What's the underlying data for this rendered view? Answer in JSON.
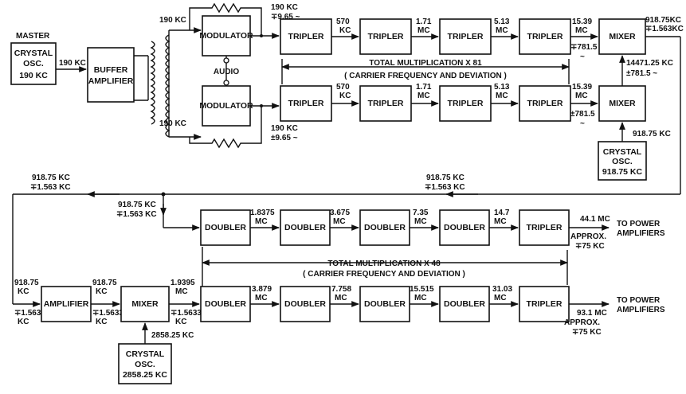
{
  "blocks": {
    "master_label": "MASTER",
    "crystal_osc_1": [
      "CRYSTAL",
      "OSC.",
      "190 KC"
    ],
    "buffer_amp": [
      "BUFFER",
      "AMPLIFIER"
    ],
    "modulator": "MODULATOR",
    "tripler": "TRIPLER",
    "mixer": "MIXER",
    "crystal_osc_2": [
      "CRYSTAL",
      "OSC.",
      "918.75 KC"
    ],
    "doubler": "DOUBLER",
    "amplifier": "AMPLIFIER",
    "crystal_osc_3": [
      "CRYSTAL",
      "OSC.",
      "2858.25 KC"
    ],
    "audio": "AUDIO"
  },
  "labels": {
    "f190kc": "190 KC",
    "dev965": "∓9.65 ~",
    "dev965b": "±9.65 ~",
    "f570kc": [
      "570",
      "KC"
    ],
    "f171mc": [
      "1.71",
      "MC"
    ],
    "f513mc": [
      "5.13",
      "MC"
    ],
    "f1539mc": [
      "15.39",
      "MC"
    ],
    "dev7815a": [
      "∓781.5",
      "~"
    ],
    "dev7815b": [
      "±781.5",
      "~"
    ],
    "out_top": [
      "918.75KC",
      "∓1.563KC"
    ],
    "f1447125": [
      "14471.25 KC",
      "±781.5 ~"
    ],
    "f91875kc": "918.75 KC",
    "total_mult_81": "TOTAL  MULTIPLICATION  X 81",
    "carrier_dev": "( CARRIER  FREQUENCY  AND  DEVIATION )",
    "ret_left": [
      "918.75 KC",
      "∓1.563 KC"
    ],
    "ret_right": [
      "918.75 KC",
      "∓1.563 KC"
    ],
    "tap": [
      "918.75 KC",
      "∓1.563 KC"
    ],
    "f18375mc": [
      "1.8375",
      "MC"
    ],
    "f3675mc": [
      "3.675",
      "MC"
    ],
    "f735mc": [
      "7.35",
      "MC"
    ],
    "f147mc": [
      "14.7",
      "MC"
    ],
    "out441": "44.1 MC",
    "approx75a": [
      "APPROX.",
      "∓75 KC"
    ],
    "to_power_1": [
      "TO POWER",
      "AMPLIFIERS"
    ],
    "total_mult_48": "TOTAL  MULTIPLICATION  X 48",
    "carrier_dev_2": "( CARRIER  FREQUENCY  AND  DEVIATION )",
    "in_amp": [
      "918.75",
      "KC",
      "∓1.5633",
      "KC"
    ],
    "amp_mix": [
      "918.75",
      "KC",
      "∓1.5633",
      "KC"
    ],
    "mix_out": [
      "1.9395",
      "MC",
      "∓1.5633",
      "KC"
    ],
    "f3879mc": [
      "3.879",
      "MC"
    ],
    "f7758mc": [
      "7.758",
      "MC"
    ],
    "f15515mc": [
      "15.515",
      "MC"
    ],
    "f3103mc": [
      "31.03",
      "MC"
    ],
    "out931": "93.1 MC",
    "approx75b": [
      "APPROX.",
      "∓75 KC"
    ],
    "to_power_2": [
      "TO POWER",
      "AMPLIFIERS"
    ],
    "f285825kc": "2858.25 KC"
  }
}
